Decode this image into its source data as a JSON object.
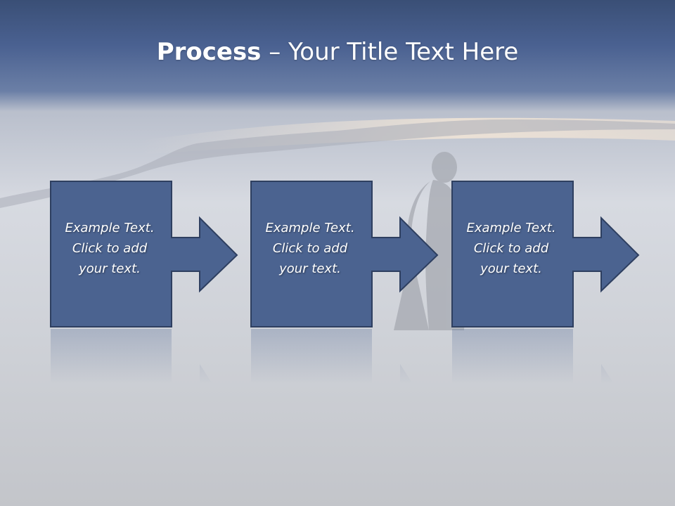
{
  "slide": {
    "title_bold": "Process",
    "title_rest": " – Your Title Text Here"
  },
  "steps": [
    {
      "line1": "Example Text.",
      "line2": "Click  to add",
      "line3": "your text."
    },
    {
      "line1": "Example Text.",
      "line2": "Click  to add",
      "line3": "your text."
    },
    {
      "line1": "Example Text.",
      "line2": "Click  to add",
      "line3": "your text."
    }
  ],
  "colors": {
    "shape_fill": "#4b6390",
    "shape_stroke": "#2e3f60",
    "sky_top": "#3a5077",
    "mist": "#c4c8cf"
  }
}
